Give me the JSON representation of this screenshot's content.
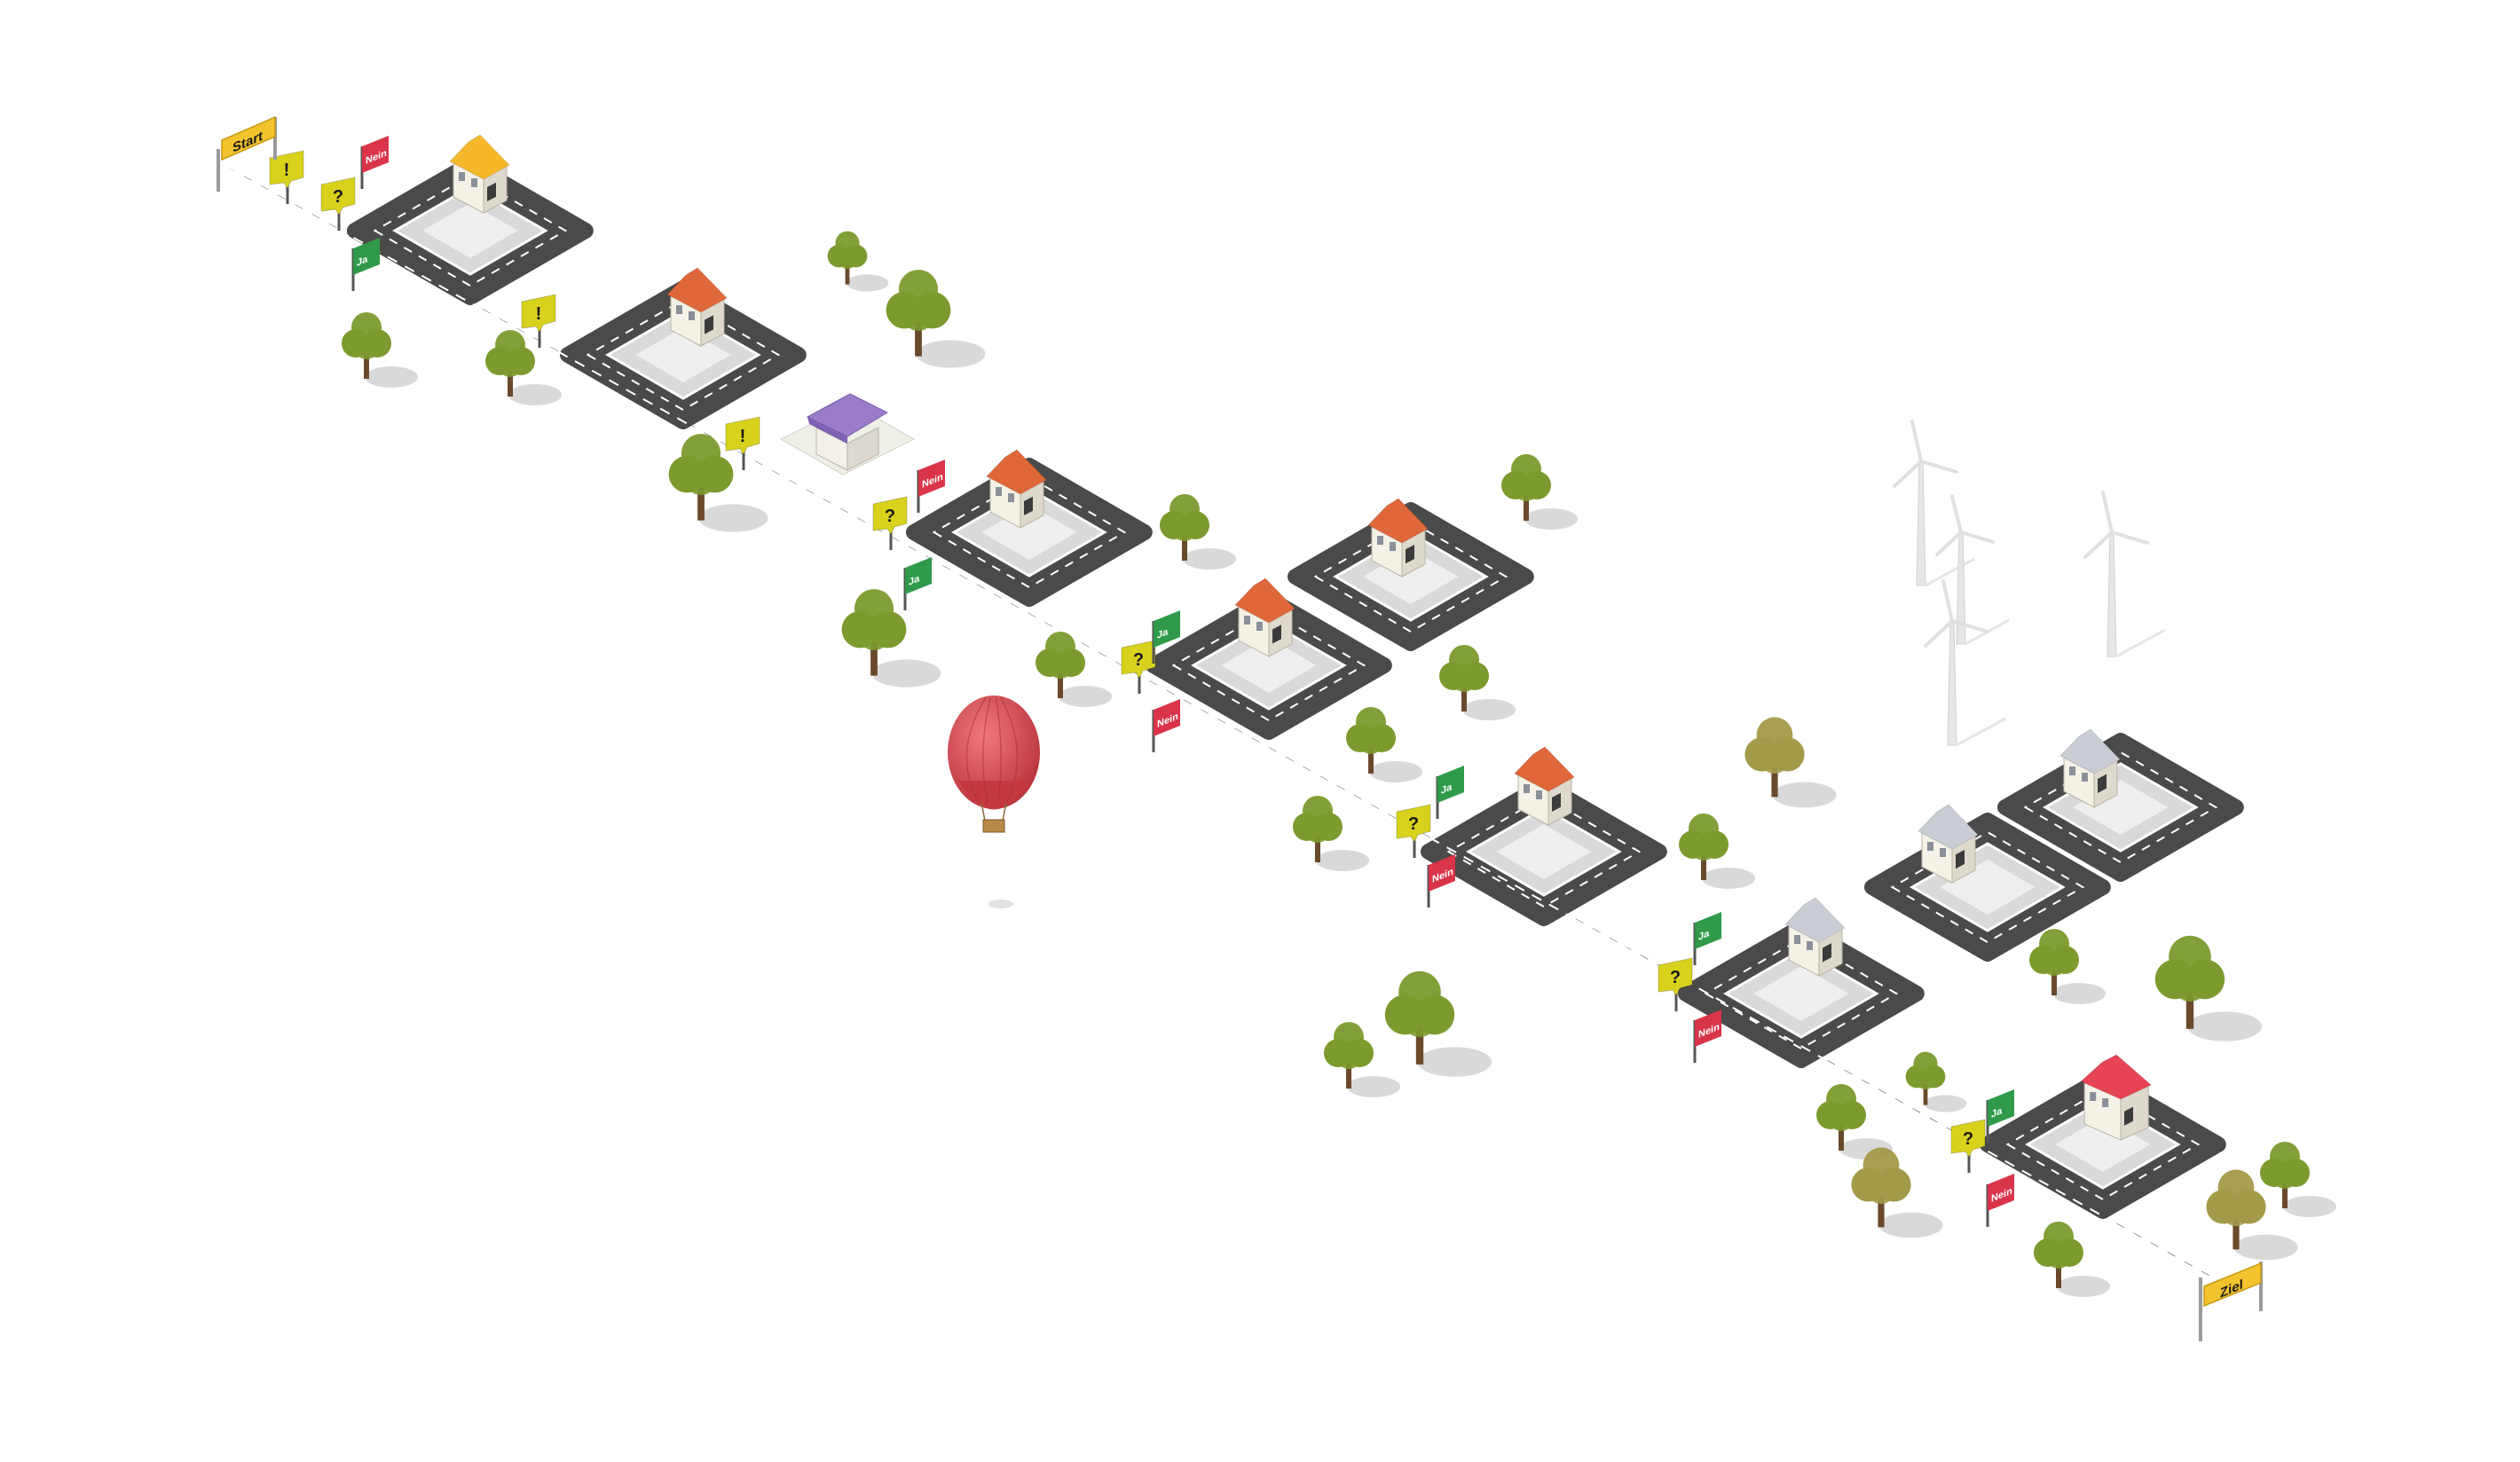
{
  "labels": {
    "start": "Start",
    "ziel": "Ziel",
    "ja": "Ja",
    "nein": "Nein",
    "question": "?",
    "exclamation": "!"
  },
  "icons": {
    "question_sign": "question-sign-icon",
    "exclamation_sign": "exclamation-sign-icon",
    "ja_flag": "ja-flag-icon",
    "nein_flag": "nein-flag-icon",
    "house": "house-icon",
    "tree": "tree-icon",
    "wind_turbine": "wind-turbine-icon",
    "balloon": "hot-air-balloon-icon"
  },
  "colors": {
    "road": "#4a4a4a",
    "road_edge": "#6b6b6b",
    "lane_mark": "#ffffff",
    "lot": "#d9d9d9",
    "lot_inner": "#efefef",
    "sign_yellow": "#f2c32c",
    "question_yellow": "#d9d21c",
    "ja_green": "#2f9a4a",
    "nein_red": "#d9344a",
    "tree_green": "#7c9a2e",
    "tree_olive": "#a39a4a",
    "roof_orange": "#e0673a",
    "roof_yellow": "#f5b82a",
    "roof_red": "#e64454",
    "roof_gray": "#c9ccd3",
    "roof_purple": "#9b7cc9",
    "balloon_red": "#d84a4f"
  }
}
